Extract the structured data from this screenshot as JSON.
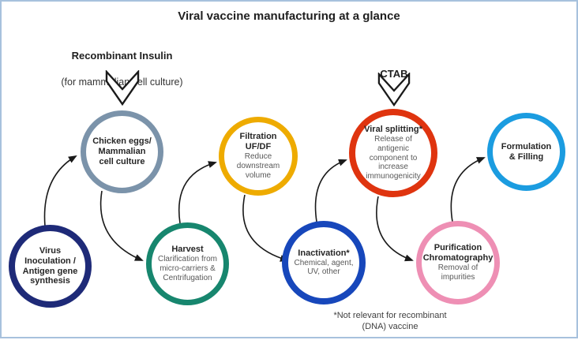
{
  "title": "Viral vaccine manufacturing at a glance",
  "frame": {
    "border_color": "#a7c1dd",
    "background": "#ffffff"
  },
  "arrow_color": "#1a1a1a",
  "chevron_color": "#1a1a1a",
  "annotations": {
    "recombinant": {
      "title": "Recombinant Insulin",
      "subtitle": "(for mammalian cell culture)"
    },
    "ctab": {
      "title": "CTAB"
    }
  },
  "nodes": [
    {
      "id": "virus-inoculation",
      "label": "Virus\nInoculation /\nAntigen gene\nsynthesis",
      "sublabel": "",
      "color": "#1e2a78"
    },
    {
      "id": "cell-culture",
      "label": "Chicken eggs/\nMammalian\ncell culture",
      "sublabel": "",
      "color": "#7b93aa"
    },
    {
      "id": "harvest",
      "label": "Harvest",
      "sublabel": "Clarification from\nmicro-carriers &\nCentrifugation",
      "color": "#17866e"
    },
    {
      "id": "filtration",
      "label": "Filtration\nUF/DF",
      "sublabel": "Reduce\ndownstream\nvolume",
      "color": "#eeab00"
    },
    {
      "id": "inactivation",
      "label": "Inactivation*",
      "sublabel": "Chemical, agent,\nUV, other",
      "color": "#1747bb"
    },
    {
      "id": "viral-splitting",
      "label": "Viral splitting*",
      "sublabel": "Release of antigenic\ncomponent to\nincrease\nimmunogenicity",
      "color": "#df340f"
    },
    {
      "id": "purification",
      "label": "Purification\nChromatography",
      "sublabel": "Removal of\nimpurities",
      "color": "#ee8fb4"
    },
    {
      "id": "formulation",
      "label": "Formulation\n& Filling",
      "sublabel": "",
      "color": "#1b9ce0"
    }
  ],
  "footnote": "*Not relevant for recombinant\n(DNA) vaccine"
}
